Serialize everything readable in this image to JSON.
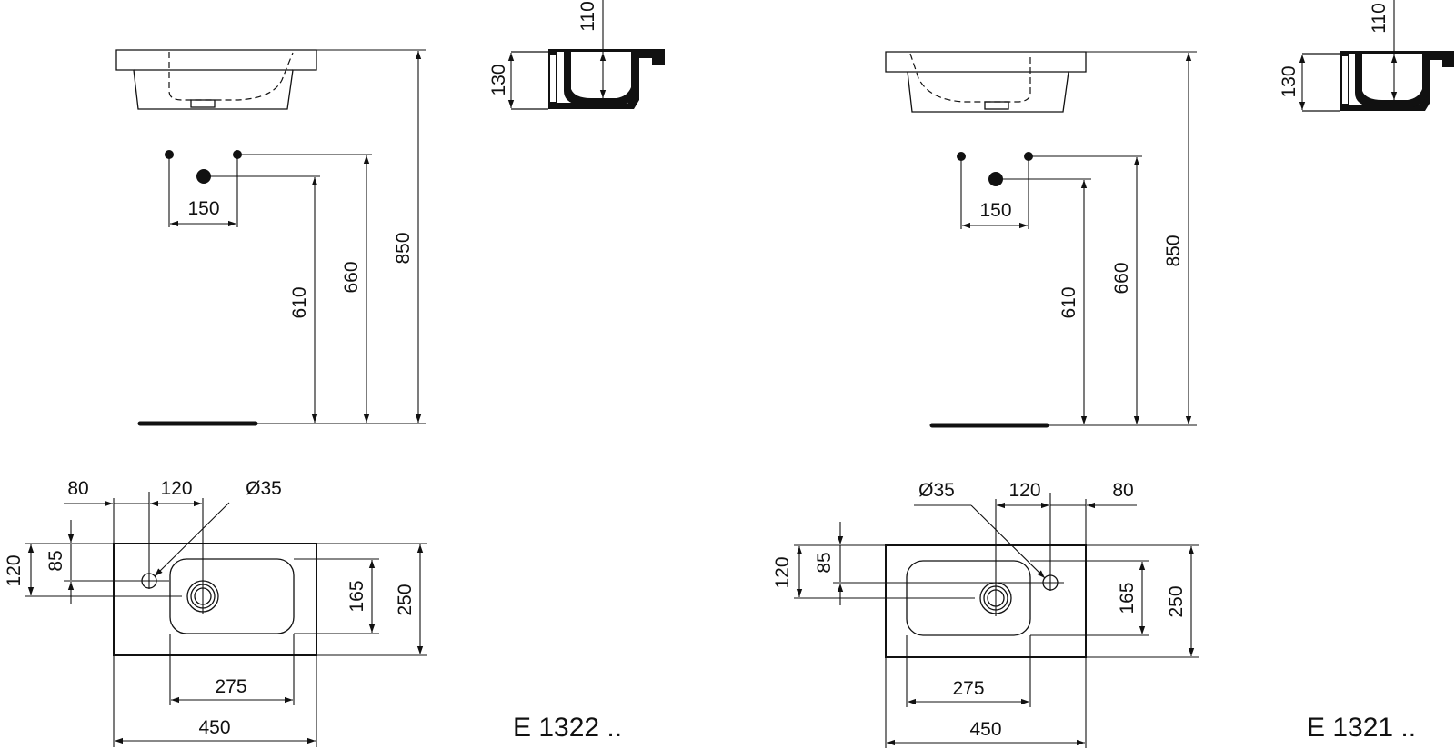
{
  "drawings": [
    {
      "code": "E 1322 ..",
      "side_view": {
        "depth": "110",
        "height": "130"
      },
      "elevation": {
        "tap_spacing": "150",
        "waste_height": "610",
        "supply_height": "660",
        "overall_height": "850"
      },
      "plan": {
        "tap_offset": "80",
        "waste_offset": "120",
        "waste_diameter": "Ø35",
        "front_to_tap": "120",
        "front_to_waste": "85",
        "bowl_depth": "165",
        "overall_depth": "250",
        "bowl_width": "275",
        "overall_width": "450"
      }
    },
    {
      "code": "E 1321 ..",
      "side_view": {
        "depth": "110",
        "height": "130"
      },
      "elevation": {
        "tap_spacing": "150",
        "waste_height": "610",
        "supply_height": "660",
        "overall_height": "850"
      },
      "plan": {
        "tap_offset": "80",
        "waste_offset": "120",
        "waste_diameter": "Ø35",
        "front_to_tap": "120",
        "front_to_waste": "85",
        "bowl_depth": "165",
        "overall_depth": "250",
        "bowl_width": "275",
        "overall_width": "450"
      }
    }
  ]
}
